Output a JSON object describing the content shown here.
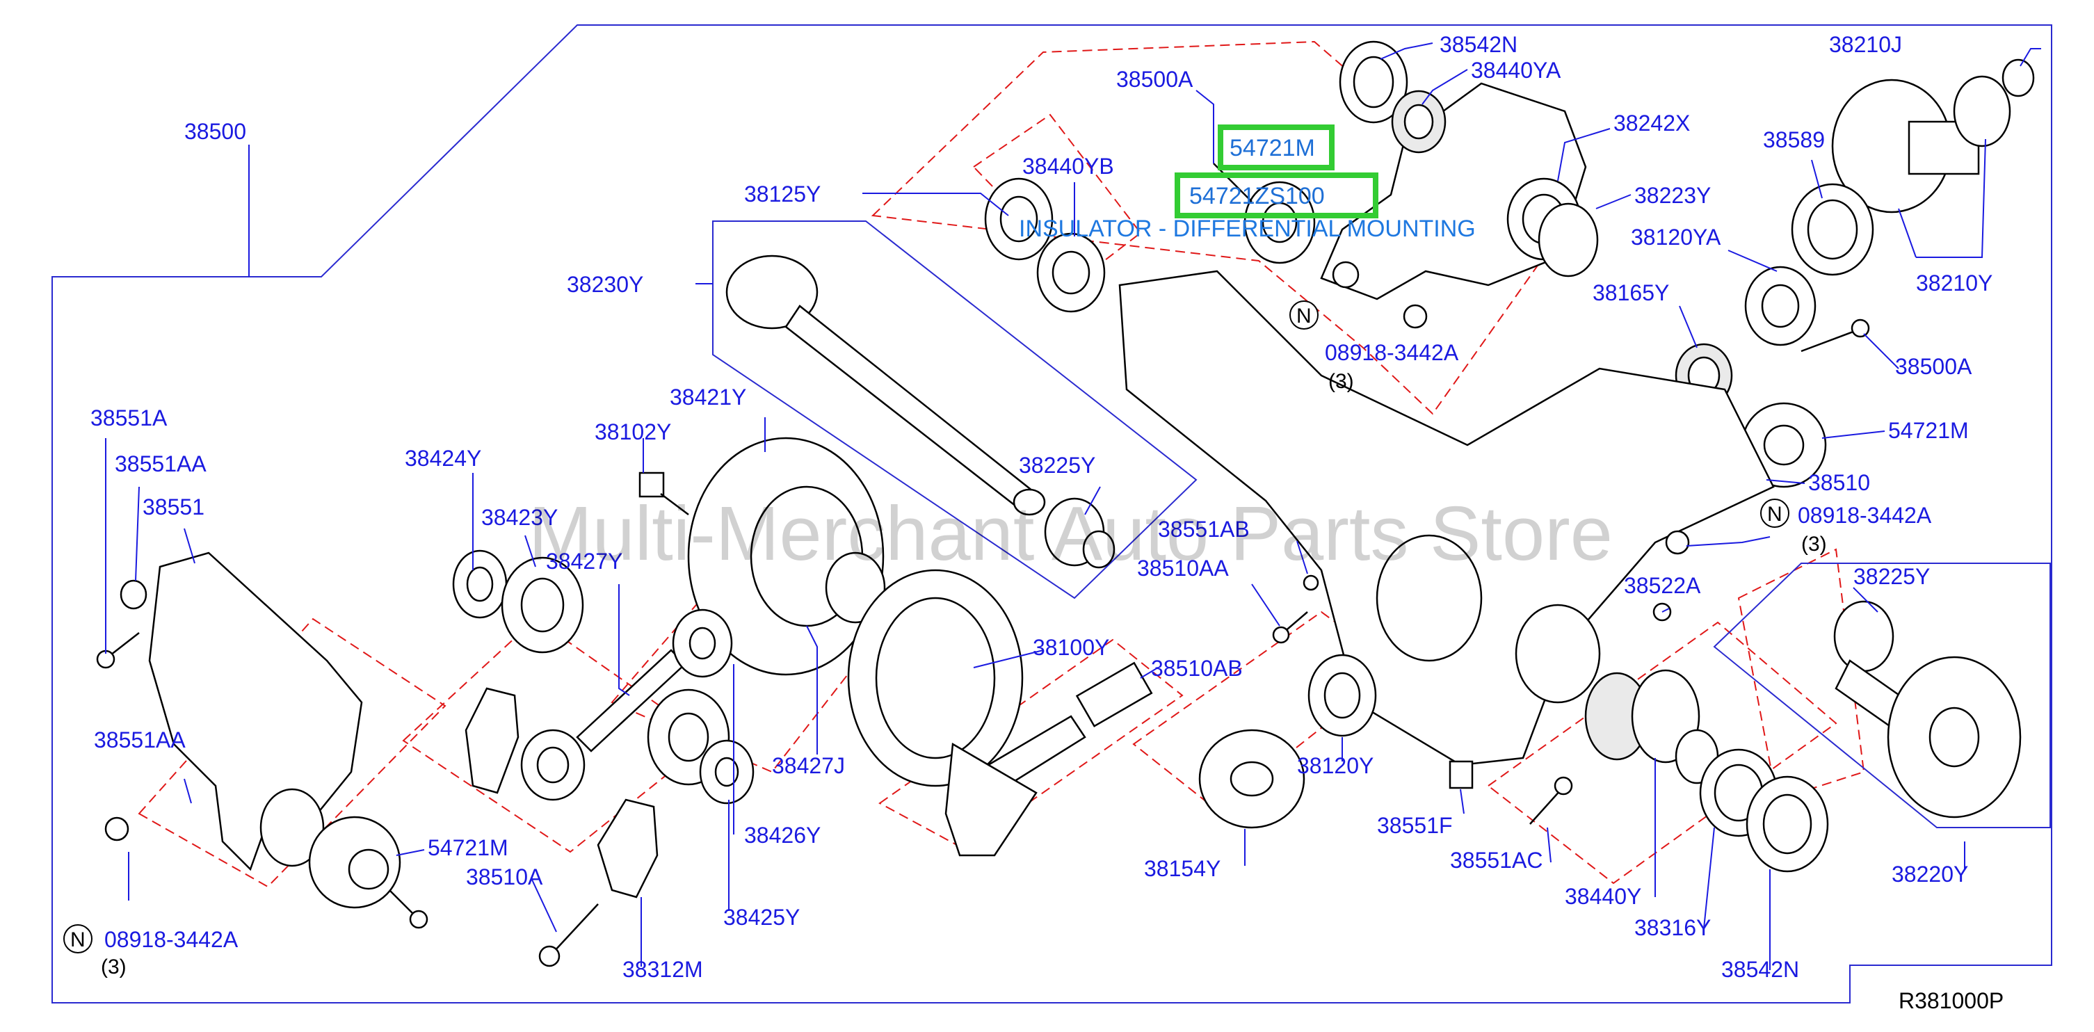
{
  "parts": {
    "p38500": "38500",
    "p38500A_top": "38500A",
    "p38542N_top": "38542N",
    "p38440YA": "38440YA",
    "p38242X": "38242X",
    "p38210J": "38210J",
    "p38589": "38589",
    "p38210Y": "38210Y",
    "p38125Y": "38125Y",
    "p38440YB": "38440YB",
    "p38223Y": "38223Y",
    "p38120YA": "38120YA",
    "p38230Y": "38230Y",
    "p38165Y": "38165Y",
    "p08918_top": "08918-3442A",
    "p38500A_right": "38500A",
    "p38421Y": "38421Y",
    "p54721M_right": "54721M",
    "p38551A": "38551A",
    "p38102Y": "38102Y",
    "p38551AA_top": "38551AA",
    "p38424Y": "38424Y",
    "p38225Y_mid": "38225Y",
    "p38510": "38510",
    "p38551": "38551",
    "p38423Y": "38423Y",
    "p08918_right": "08918-3442A",
    "p38551AB": "38551AB",
    "p38427Y": "38427Y",
    "p38510AA": "38510AA",
    "p38225Y_right": "38225Y",
    "p38522A": "38522A",
    "p38100Y": "38100Y",
    "p38510AB": "38510AB",
    "p38551AA_bot": "38551AA",
    "p38427J": "38427J",
    "p38120Y": "38120Y",
    "p38551F": "38551F",
    "p38426Y": "38426Y",
    "p54721M_bot": "54721M",
    "p38154Y": "38154Y",
    "p38551AC": "38551AC",
    "p38220Y": "38220Y",
    "p38510A": "38510A",
    "p38440Y": "38440Y",
    "p08918_bot": "08918-3442A",
    "p38425Y": "38425Y",
    "p38316Y": "38316Y",
    "p38312M": "38312M",
    "p38542N_bot": "38542N"
  },
  "notes": {
    "n_badge": "N",
    "qty_top": "(3)",
    "qty_right": "(3)",
    "qty_bot": "(3)"
  },
  "highlight": {
    "part_a": "54721M",
    "part_b": "54721ZS100",
    "description": "INSULATOR - DIFFERENTIAL MOUNTING"
  },
  "figure_ref": "R381000P",
  "watermark": "Multi-Merchant Auto Parts Store",
  "colors": {
    "label": "#1a1ae0",
    "highlight_box": "#33cc33",
    "dashed_group": "#e01818"
  }
}
